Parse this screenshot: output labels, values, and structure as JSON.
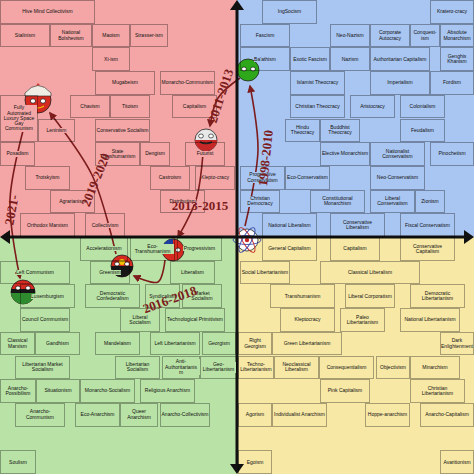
{
  "diagram": {
    "nodes": [
      {
        "text": [
          "Hive Mind Collectivism"
        ]
      },
      {
        "text": [
          "IngSocism"
        ]
      },
      {
        "text": [
          "Kratero-cracy"
        ]
      },
      {
        "text": [
          "Stalinism"
        ]
      },
      {
        "text": [
          "National Bolshevism"
        ]
      },
      {
        "text": [
          "Maoism"
        ]
      },
      {
        "text": [
          "Strasser-ism"
        ]
      },
      {
        "text": [
          "Fascism"
        ]
      },
      {
        "text": [
          "Neo-Nazism"
        ]
      },
      {
        "text": [
          "Corporate Autocracy"
        ]
      },
      {
        "text": [
          "Conquest-ism"
        ]
      },
      {
        "text": [
          "Absolute Monarchism"
        ]
      },
      {
        "text": [
          "Xi-ism"
        ]
      },
      {
        "text": [
          "Ba'athism"
        ]
      },
      {
        "text": [
          "Exotic Fascism"
        ]
      },
      {
        "text": [
          "Nazism"
        ]
      },
      {
        "text": [
          "Authoritarian Capitalism"
        ]
      },
      {
        "text": [
          "Genghis Khanism"
        ]
      },
      {
        "text": [
          "Mugabeism"
        ]
      },
      {
        "text": [
          "Monarcho-Communism"
        ]
      },
      {
        "text": [
          "Islamist Theocracy"
        ]
      },
      {
        "text": [
          "Imperialism"
        ]
      },
      {
        "text": [
          "Fordism"
        ]
      },
      {
        "text": [
          "Fully Automated Luxury Space Gay Communism"
        ]
      },
      {
        "text": [
          "Chavism"
        ]
      },
      {
        "text": [
          "Titoism"
        ]
      },
      {
        "text": [
          "Capitalism"
        ]
      },
      {
        "text": [
          "Christian Theocracy"
        ]
      },
      {
        "text": [
          "Aristocracy"
        ]
      },
      {
        "text": [
          "Colonialism"
        ]
      },
      {
        "text": [
          "Leninism"
        ]
      },
      {
        "text": [
          "Conservative Socialism"
        ]
      },
      {
        "text": [
          "Hindu Theocracy"
        ]
      },
      {
        "text": [
          "Buddhist Theocracy"
        ]
      },
      {
        "text": [
          "Feudalism"
        ]
      },
      {
        "text": [
          "Posadism"
        ]
      },
      {
        "text": [
          "State Transhumanism"
        ]
      },
      {
        "text": [
          "Dengism"
        ]
      },
      {
        "text": [
          "Futurist"
        ]
      },
      {
        "text": [
          "Elective Monarchism"
        ]
      },
      {
        "text": [
          "Nationalist Conservatism"
        ]
      },
      {
        "text": [
          "Pinochetism"
        ]
      },
      {
        "text": [
          "Trotskyism"
        ]
      },
      {
        "text": [
          "Castroism"
        ]
      },
      {
        "text": [
          "Klepto-cracy"
        ]
      },
      {
        "text": [
          "Progressive Conservatism"
        ]
      },
      {
        "text": [
          "Eco-Conservatism"
        ]
      },
      {
        "text": [
          "Neo-Conservatism"
        ]
      },
      {
        "text": [
          "Agrarianism"
        ]
      },
      {
        "text": [
          "Distributism"
        ]
      },
      {
        "text": [
          "Christian Democracy"
        ]
      },
      {
        "text": [
          "Constitutional Monarchism"
        ]
      },
      {
        "text": [
          "Liberal Conservatism"
        ]
      },
      {
        "text": [
          "Zionism"
        ]
      },
      {
        "text": [
          "Orthodox Marxism"
        ]
      },
      {
        "text": [
          "Collectivism"
        ]
      },
      {
        "text": [
          "National Liberalism"
        ]
      },
      {
        "text": [
          "Conservative Liberalism"
        ]
      },
      {
        "text": [
          "Fiscal Conservatism"
        ]
      },
      {
        "text": [
          "Accelerationism"
        ]
      },
      {
        "text": [
          "Eco-Transhumanism"
        ]
      },
      {
        "text": [
          "Progressivism"
        ]
      },
      {
        "text": [
          "General Capitalism"
        ]
      },
      {
        "text": [
          "Capitalism"
        ]
      },
      {
        "text": [
          "Conservative Capitalism"
        ]
      },
      {
        "text": [
          "Left Communism"
        ]
      },
      {
        "text": [
          "Greenism"
        ]
      },
      {
        "text": [
          "Liberalism"
        ]
      },
      {
        "text": [
          "Social Libertarianism"
        ]
      },
      {
        "text": [
          "Classical Liberalism"
        ]
      },
      {
        "text": [
          "Luxemburgism"
        ]
      },
      {
        "text": [
          "Democratic Confederalism"
        ]
      },
      {
        "text": [
          "Syndicalism"
        ]
      },
      {
        "text": [
          "Market Socialism"
        ]
      },
      {
        "text": [
          "Transhumanism"
        ]
      },
      {
        "text": [
          "Liberal Corporatism"
        ]
      },
      {
        "text": [
          "Democratic Libertarianism"
        ]
      },
      {
        "text": [
          "Council Communism"
        ]
      },
      {
        "text": [
          "Liberal Socialism"
        ]
      },
      {
        "text": [
          "Technological Primitivism"
        ]
      },
      {
        "text": [
          "Kleptocracy"
        ]
      },
      {
        "text": [
          "Paleo Libertarianism"
        ]
      },
      {
        "text": [
          "National Libertarianism"
        ]
      },
      {
        "text": [
          "Classical Marxism"
        ]
      },
      {
        "text": [
          "Gandhism"
        ]
      },
      {
        "text": [
          "Mandelaism"
        ]
      },
      {
        "text": [
          "Left Libertarianism"
        ]
      },
      {
        "text": [
          "Georgism"
        ]
      },
      {
        "text": [
          "Right Georgism"
        ]
      },
      {
        "text": [
          "Green Libertarianism"
        ]
      },
      {
        "text": [
          "Dark Enlightenment"
        ]
      },
      {
        "text": [
          "Libertarian Market Socialism"
        ]
      },
      {
        "text": [
          "Libertarian Socialism"
        ]
      },
      {
        "text": [
          "Anti-Authoritarianism"
        ]
      },
      {
        "text": [
          "Geo-Libertarianism"
        ]
      },
      {
        "text": [
          "Techno-Libertarianism"
        ]
      },
      {
        "text": [
          "Neoclassical Liberalism"
        ]
      },
      {
        "text": [
          "Consequentialism"
        ]
      },
      {
        "text": [
          "Objectivism"
        ]
      },
      {
        "text": [
          "Minarchism"
        ]
      },
      {
        "text": [
          "Anarcho-Possibilism"
        ]
      },
      {
        "text": [
          "Situationism"
        ]
      },
      {
        "text": [
          "Monarcho-Socialism"
        ]
      },
      {
        "text": [
          "Religious Anarchism"
        ]
      },
      {
        "text": [
          "Pink Capitalism"
        ]
      },
      {
        "text": [
          "Christian Libertarianism"
        ]
      },
      {
        "text": [
          "Anarcho-Communism"
        ]
      },
      {
        "text": [
          "Eco-Anarchism"
        ]
      },
      {
        "text": [
          "Queer Anarchism"
        ]
      },
      {
        "text": [
          "Anarcho-Collectivism"
        ]
      },
      {
        "text": [
          "Agorism"
        ]
      },
      {
        "text": [
          "Individualist Anarchism"
        ]
      },
      {
        "text": [
          "Hoppe-anarchism"
        ]
      },
      {
        "text": [
          "Anarcho-Capitalism"
        ]
      },
      {
        "text": [
          "Soulism"
        ]
      },
      {
        "text": [
          "Egoism"
        ]
      },
      {
        "text": [
          "Avaritionism"
        ]
      }
    ],
    "labels": [
      "1998-2010",
      "2011-2013",
      "2013-2015",
      "2016-2018",
      "2019-2020",
      "2021-"
    ]
  }
}
